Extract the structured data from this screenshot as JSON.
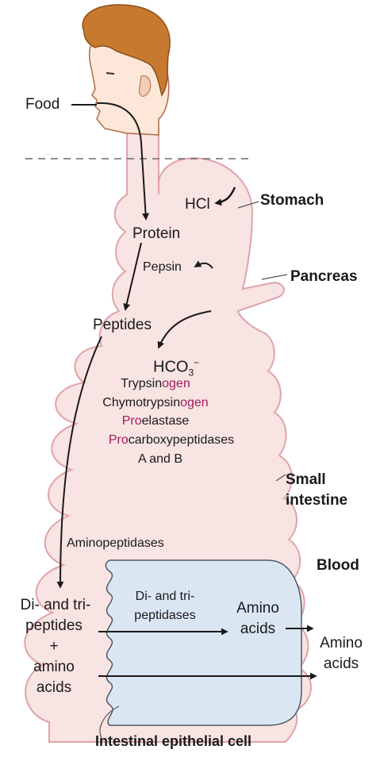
{
  "labels": {
    "food": "Food",
    "stomach": "Stomach",
    "hcl": "HCl",
    "protein": "Protein",
    "pepsin": "Pepsin",
    "pancreas": "Pancreas",
    "peptides": "Peptides",
    "bicarbonate": {
      "base": "HCO",
      "sub": "3",
      "sup": "−"
    },
    "zymogens": [
      {
        "pre": "Trypsin",
        "accent": "ogen",
        "post": ""
      },
      {
        "pre": "Chymotrypsin",
        "accent": "ogen",
        "post": ""
      },
      {
        "pre": "",
        "accent": "Pro",
        "post": "elastase"
      },
      {
        "pre": "",
        "accent": "Pro",
        "post": "carboxypeptidases"
      },
      {
        "pre": "A and B",
        "accent": "",
        "post": ""
      }
    ],
    "small_intestine": [
      "Small",
      "intestine"
    ],
    "aminopeptidases": "Aminopeptidases",
    "blood": "Blood",
    "di_tri_peptides": [
      "Di- and tri-",
      "peptides"
    ],
    "plus": "+",
    "amino_acids_lumen": [
      "amino",
      "acids"
    ],
    "di_tri_peptidases": [
      "Di- and tri-",
      "peptidases"
    ],
    "amino_acids_cell": [
      "Amino",
      "acids"
    ],
    "amino_acids_blood": [
      "Amino",
      "acids"
    ],
    "epithelial_cell": "Intestinal epithelial cell"
  },
  "colors": {
    "gut_fill": "#f8e4e2",
    "gut_stroke": "#e0a3ab",
    "cell_fill": "#dbe6f3",
    "cell_stroke": "#4d5a66",
    "accent": "#a5195a",
    "hair": "#c6792f",
    "skin": "#fde7d8"
  }
}
